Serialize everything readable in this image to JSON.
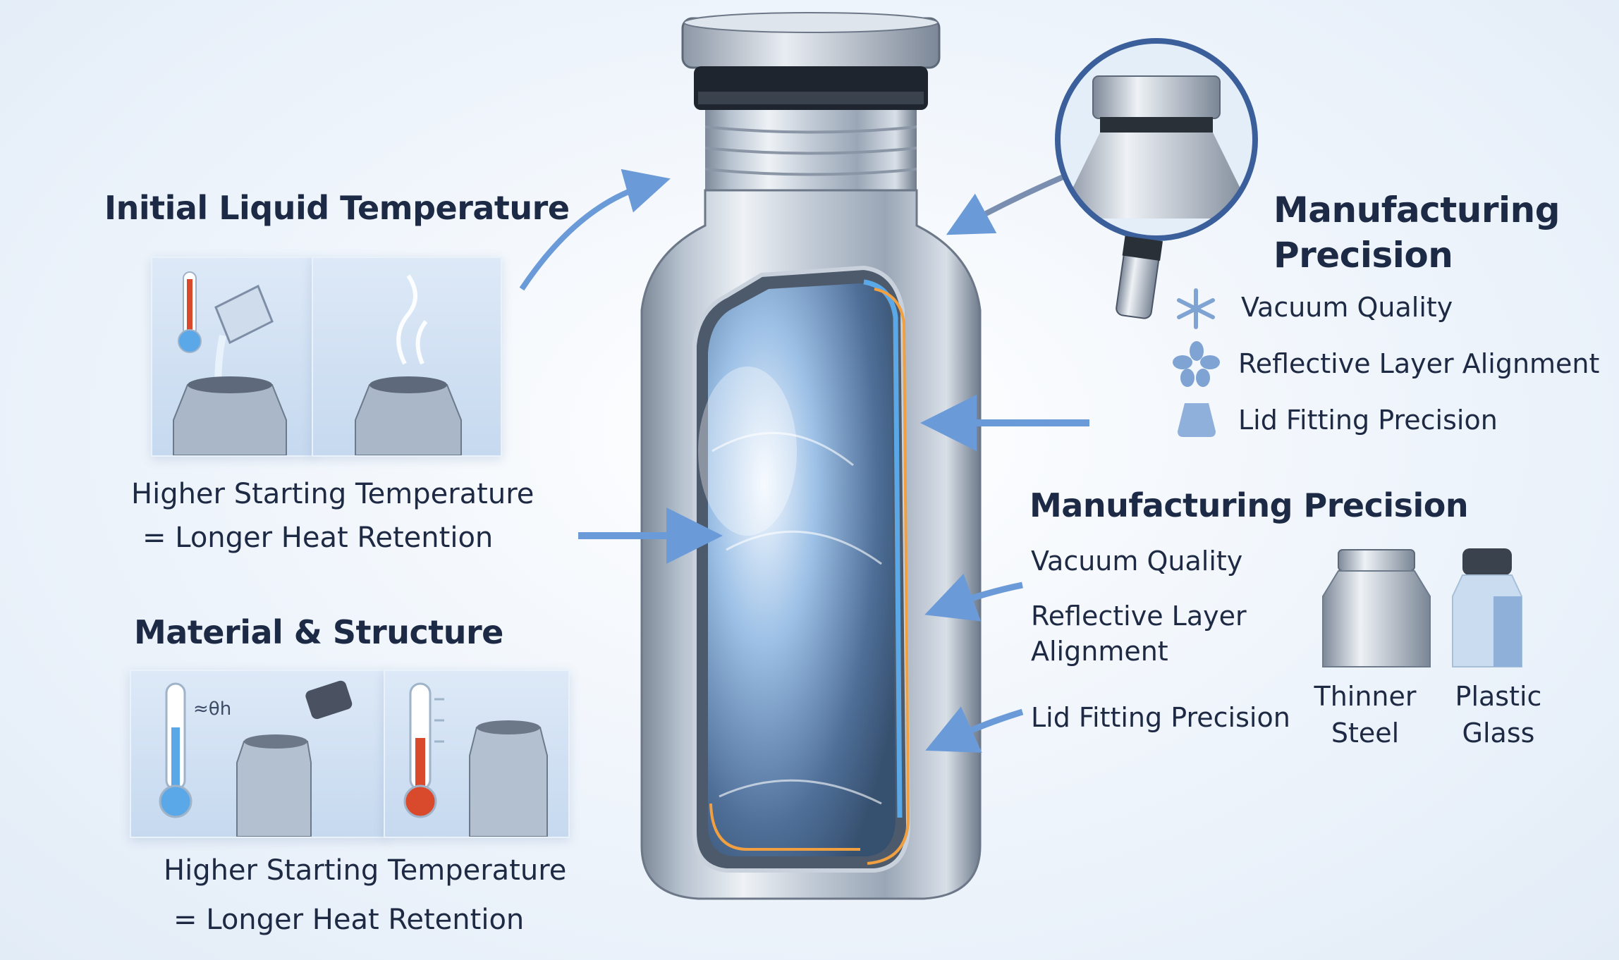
{
  "left": {
    "section1": {
      "title": "Initial Liquid Temperature",
      "caption_line1": "Higher Starting Temperature",
      "caption_line2": "= Longer Heat Retention"
    },
    "section2": {
      "title": "Material & Structure",
      "thermometer_label": "≈θh",
      "caption_line1": "Higher Starting Temperature",
      "caption_line2": "= Longer Heat Retention"
    }
  },
  "right_top": {
    "title_line1": "Manufacturing",
    "title_line2": "Precision",
    "items": [
      {
        "label": "Vacuum Quality",
        "icon": "snowflake-icon"
      },
      {
        "label": "Reflective Layer Alignment",
        "icon": "flower-icon"
      },
      {
        "label": "Lid Fitting Precision",
        "icon": "lid-icon"
      }
    ]
  },
  "right_mid": {
    "title": "Manufacturing Precision",
    "items": [
      "Vacuum Quality",
      "Reflective Layer",
      "Alignment",
      "Lid Fitting Precision"
    ],
    "comparison": [
      {
        "line1": "Thinner",
        "line2": "Steel"
      },
      {
        "line1": "Plastic",
        "line2": "Glass"
      }
    ]
  },
  "colors": {
    "heading": "#1d2a45",
    "arrow_blue": "#6a9bd8",
    "steel_light": "#dfe6ee",
    "steel_dark": "#6c7a8c",
    "thermo_red": "#d9492c",
    "thermo_blue": "#5aa8e8",
    "layer_orange": "#f0a040"
  }
}
